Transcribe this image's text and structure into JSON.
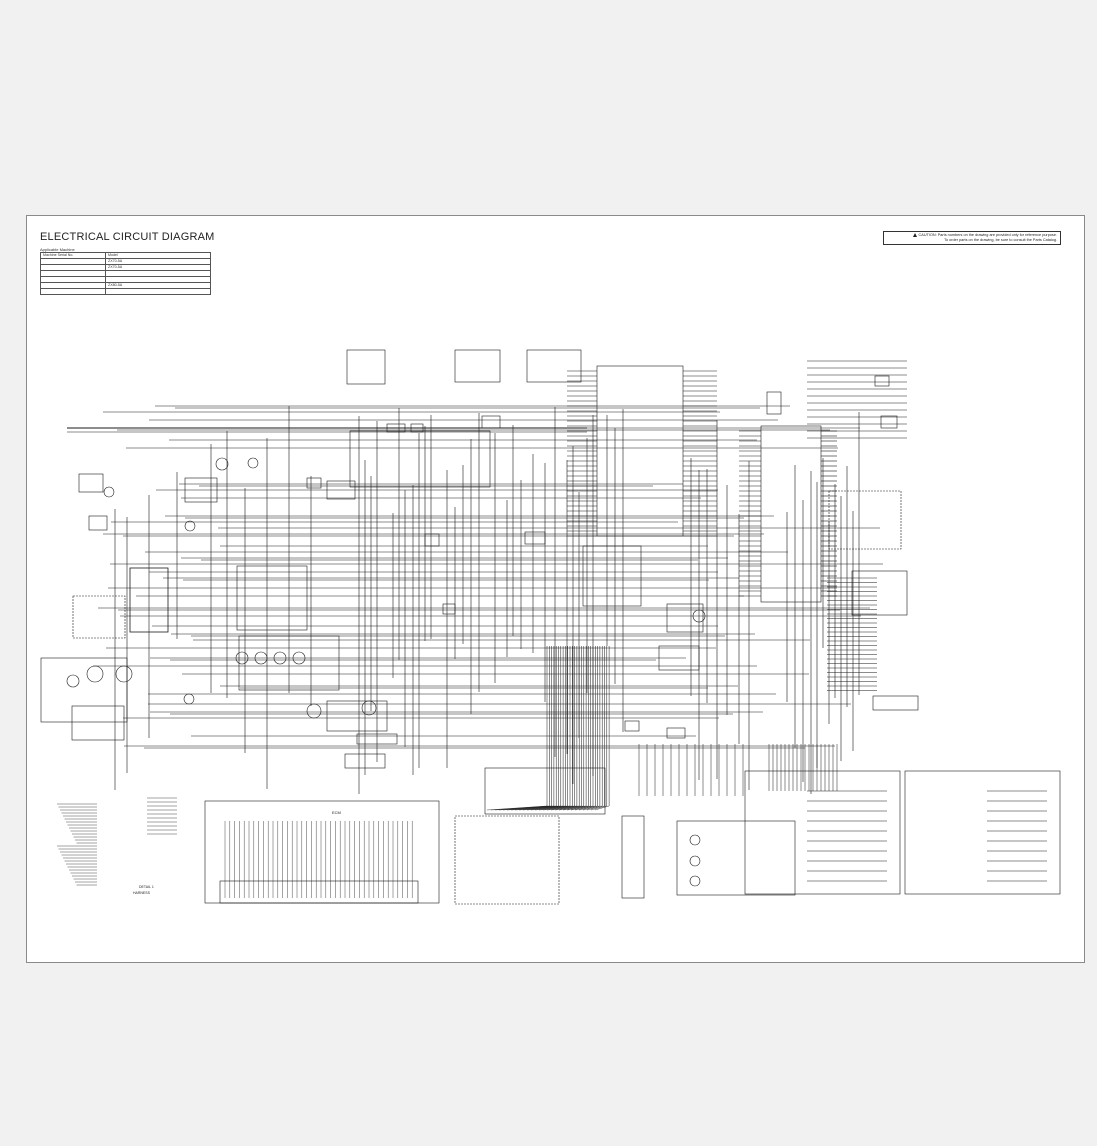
{
  "sheet": {
    "title": "ELECTRICAL CIRCUIT DIAGRAM",
    "applicable_label": "Applicable Machine",
    "table_header": {
      "serial": "Machine Serial No.",
      "model": "Model"
    },
    "caution_line1": "CAUTION: Parts numbers on the drawing are provided only for reference purpose.",
    "caution_line2": "To order parts on the drawing, be sure to consult the Parts Catalog."
  },
  "models": [
    {
      "serial": "",
      "model": "ZX70-5A"
    },
    {
      "serial": "",
      "model": "ZX70-5A"
    },
    {
      "serial": "",
      "model": ""
    },
    {
      "serial": "",
      "model": ""
    },
    {
      "serial": "",
      "model": "ZX80-5A"
    },
    {
      "serial": "",
      "model": ""
    }
  ],
  "labels": {
    "ecm": "ECM",
    "detail": "DETAIL 1",
    "harness": "HARNESS"
  },
  "colors": {
    "line": "#1a1a1a",
    "frame": "#8a8a8a",
    "background": "#f1f1f1",
    "sheet": "#ffffff"
  }
}
